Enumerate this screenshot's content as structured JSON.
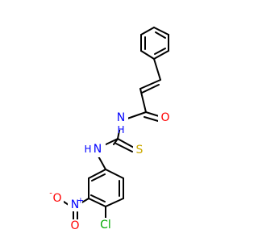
{
  "molecule": {
    "atoms": [
      {
        "id": "O1",
        "label": "O",
        "color": "#ff0000"
      },
      {
        "id": "N1",
        "label": "N",
        "color": "#0000ff"
      },
      {
        "id": "N2",
        "label": "N",
        "color": "#0000ff"
      },
      {
        "id": "S1",
        "label": "S",
        "color": "#ccaa00"
      },
      {
        "id": "Cl1",
        "label": "Cl",
        "color": "#00aa00"
      },
      {
        "id": "N3",
        "label": "N",
        "color": "#0000ff"
      },
      {
        "id": "O2",
        "label": "O",
        "color": "#ff0000"
      },
      {
        "id": "O3",
        "label": "O",
        "color": "#ff0000"
      }
    ],
    "labels": {
      "n1_h": "H",
      "n2_h": "H",
      "n3_plus": "+",
      "o3_minus": "-"
    }
  }
}
